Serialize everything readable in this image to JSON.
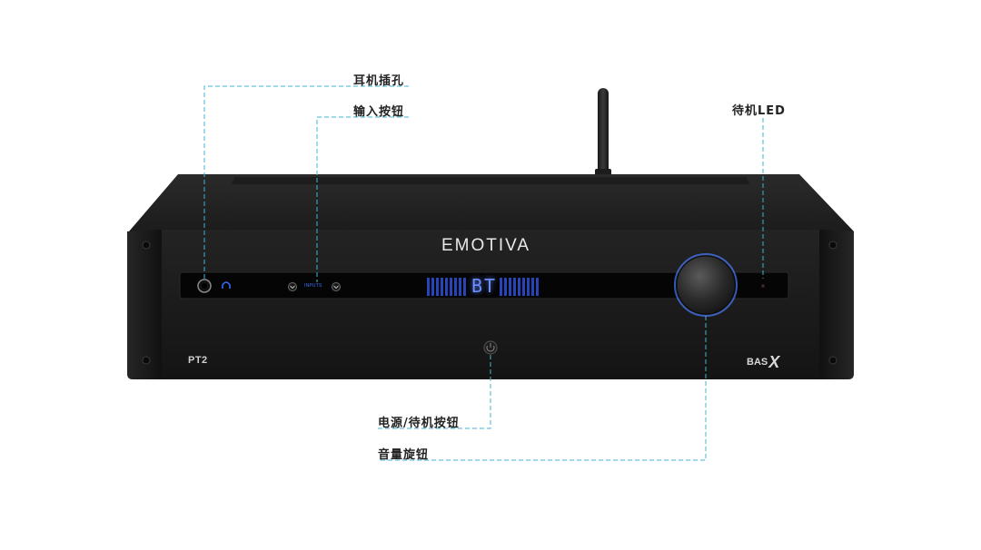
{
  "device": {
    "brand": "EMOTIVA",
    "model": "PT2",
    "series": {
      "prefix": "BAS",
      "suffix": "X"
    },
    "inputs_label": "INPUTS",
    "display_text": "BT"
  },
  "callouts": {
    "headphone_jack": "耳机插孔",
    "input_buttons": "输入按钮",
    "standby_led": "待机LED",
    "power_standby_button": "电源/待机按钮",
    "volume_knob": "音量旋钮"
  },
  "colors": {
    "leader_line": "#3fb6d8",
    "chassis": "#1b1b1b",
    "display_glow": "#5b7cff",
    "knob_ring": "#4a7dff"
  }
}
